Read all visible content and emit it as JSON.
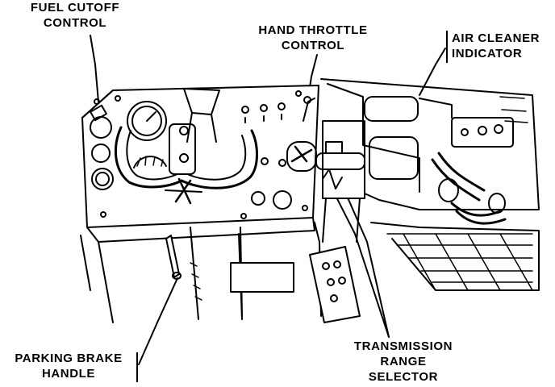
{
  "labels": {
    "fuel_cutoff": {
      "line1": "FUEL CUTOFF",
      "line2": "CONTROL"
    },
    "hand_throttle": {
      "line1": "HAND THROTTLE",
      "line2": "CONTROL"
    },
    "air_cleaner": {
      "line1": "AIR CLEANER",
      "line2": "INDICATOR"
    },
    "parking_brake": {
      "line1": "PARKING BRAKE",
      "line2": "HANDLE"
    },
    "transmission": {
      "line1": "TRANSMISSION",
      "line2": "RANGE",
      "line3": "SELECTOR"
    }
  }
}
